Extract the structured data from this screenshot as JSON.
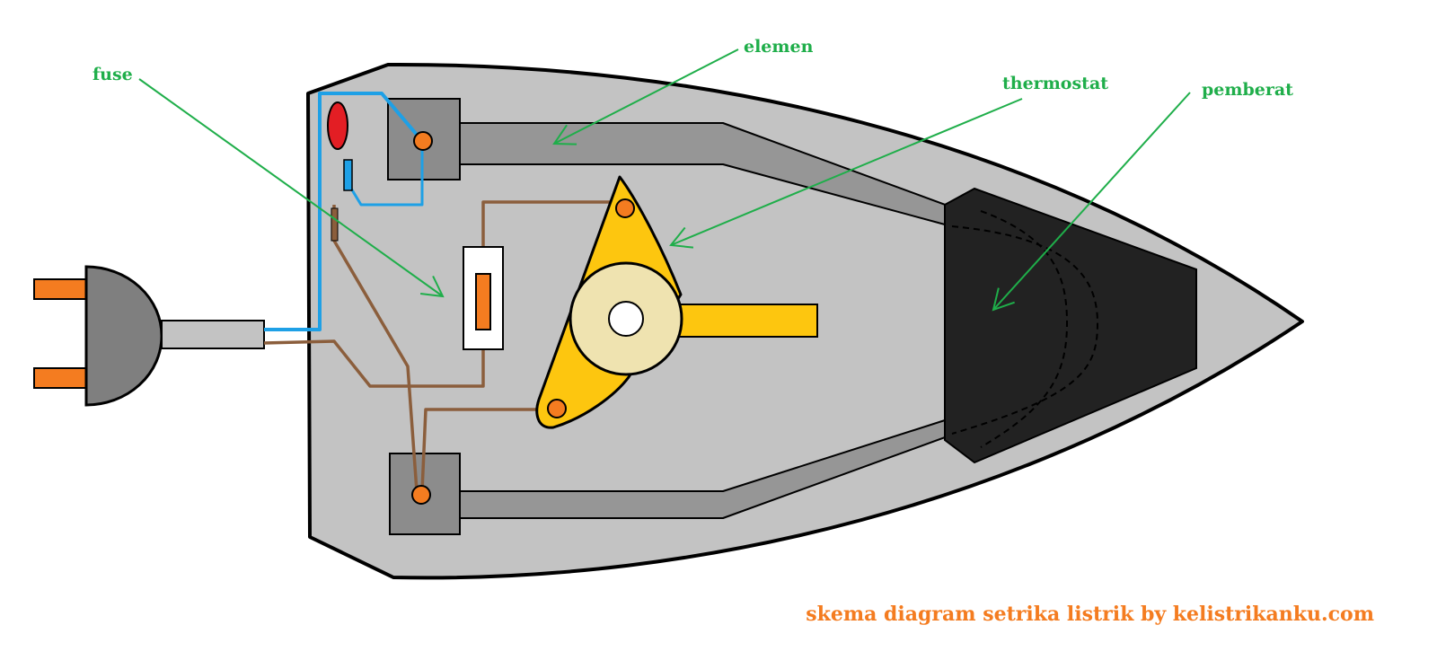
{
  "labels": {
    "fuse": "fuse",
    "elemen": "elemen",
    "thermostat": "thermostat",
    "pemberat": "pemberat"
  },
  "caption": "skema diagram setrika listrik by kelistrikanku.com",
  "colors": {
    "label_green": "#1fae4a",
    "caption_orange": "#f47c20",
    "iron_body": "#c3c3c3",
    "element": "#969696",
    "terminal_block": "#8c8c8c",
    "weight": "#222222",
    "thermostat_arm": "#fdc60f",
    "thermostat_disc": "#efe3b0",
    "wire_blue": "#1ea0e6",
    "wire_brown": "#8b5e3c",
    "plug_pin": "#f47c20",
    "pilot_lamp": "#e31e24",
    "fuse_body": "#f47c20"
  }
}
